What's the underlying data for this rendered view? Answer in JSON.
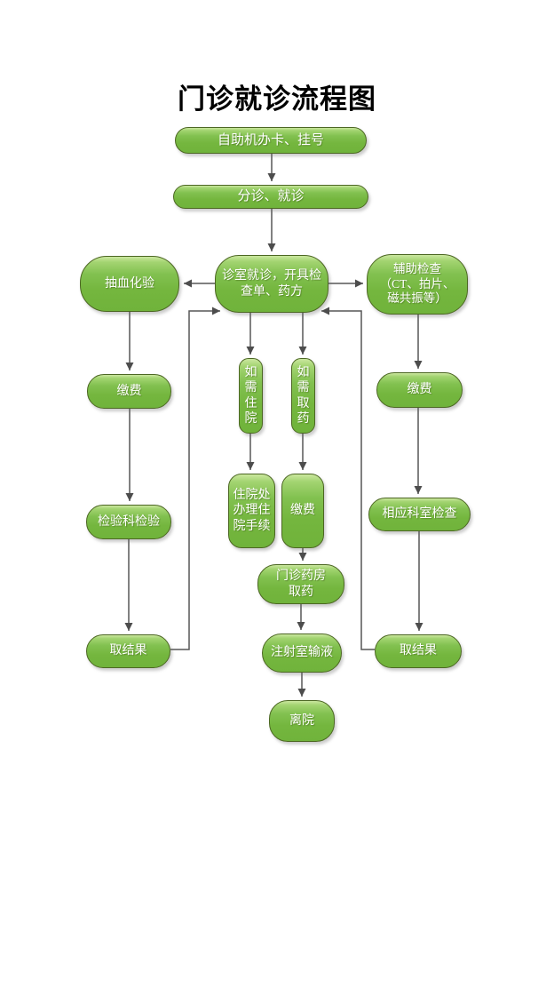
{
  "title": "门诊就诊流程图",
  "colors": {
    "node_fill": "#74b63e",
    "node_fill_highlight": "#cbe79f",
    "node_border": "#4c6723",
    "node_text": "#ffffff",
    "connector": "#575757",
    "title_color": "#000000",
    "background": "#ffffff"
  },
  "nodes": {
    "register": {
      "label": "自助机办卡、挂号"
    },
    "triage": {
      "label": "分诊、就诊"
    },
    "consult": {
      "label": "诊室就诊，开具检\n查单、药方"
    },
    "blood_test": {
      "label": "抽血化验"
    },
    "aux_check": {
      "label": "辅助检查\n（CT、拍片、\n磁共振等）"
    },
    "pay_left": {
      "label": "缴费"
    },
    "need_hospital": {
      "label": "如\n需\n住\n院"
    },
    "need_medicine": {
      "label": "如\n需\n取\n药"
    },
    "pay_right": {
      "label": "缴费"
    },
    "lab_test": {
      "label": "检验科检验"
    },
    "admission": {
      "label": "住院处\n办理住\n院手续"
    },
    "pay_mid": {
      "label": "缴费"
    },
    "dept_check": {
      "label": "相应科室检查"
    },
    "pharmacy": {
      "label": "门诊药房\n取药"
    },
    "result_left": {
      "label": "取结果"
    },
    "injection": {
      "label": "注射室输液"
    },
    "result_right": {
      "label": "取结果"
    },
    "leave": {
      "label": "离院"
    }
  },
  "edges": [
    {
      "from": "register",
      "to": "triage"
    },
    {
      "from": "triage",
      "to": "consult"
    },
    {
      "from": "consult",
      "to": "blood_test"
    },
    {
      "from": "consult",
      "to": "aux_check"
    },
    {
      "from": "consult",
      "to": "need_hospital"
    },
    {
      "from": "consult",
      "to": "need_medicine"
    },
    {
      "from": "blood_test",
      "to": "pay_left"
    },
    {
      "from": "pay_left",
      "to": "lab_test"
    },
    {
      "from": "lab_test",
      "to": "result_left"
    },
    {
      "from": "result_left",
      "to": "consult"
    },
    {
      "from": "need_hospital",
      "to": "admission"
    },
    {
      "from": "need_medicine",
      "to": "pay_mid"
    },
    {
      "from": "pay_mid",
      "to": "pharmacy"
    },
    {
      "from": "pharmacy",
      "to": "injection"
    },
    {
      "from": "injection",
      "to": "leave"
    },
    {
      "from": "aux_check",
      "to": "pay_right"
    },
    {
      "from": "pay_right",
      "to": "dept_check"
    },
    {
      "from": "dept_check",
      "to": "result_right"
    },
    {
      "from": "result_right",
      "to": "consult"
    }
  ]
}
